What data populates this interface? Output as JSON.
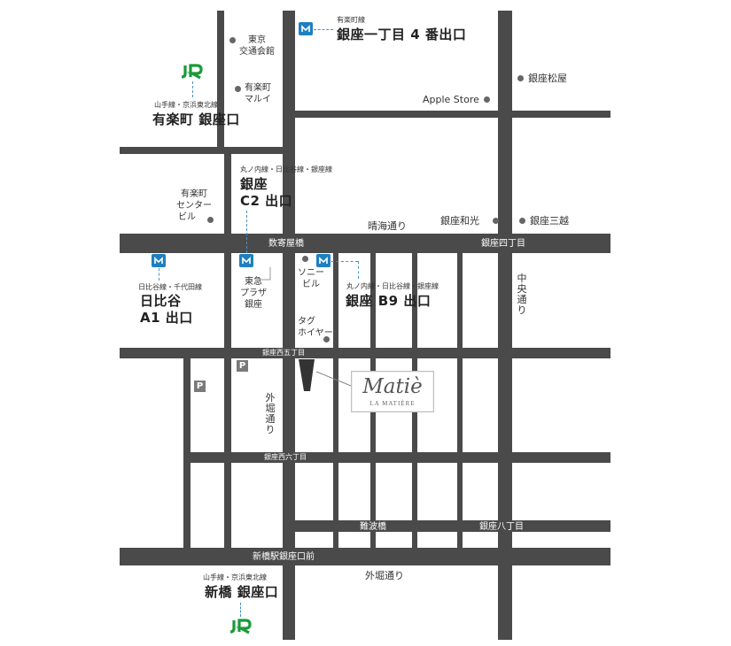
{
  "roads": {
    "harumi_dori": "晴海通り",
    "sukiyabashi": "数寄屋橋",
    "ginza_4": "銀座四丁目",
    "ginza_nishi_5": "銀座西五丁目",
    "ginza_nishi_6": "銀座西六丁目",
    "namibashi": "難波橋",
    "ginza_8": "銀座八丁目",
    "shimbashi_ginzaguchi_mae": "新橋駅銀座口前",
    "sotobori_dori_bottom": "外堀通り",
    "sotobori_dori_vertical": "外堀通り",
    "chuo_dori_vertical": "中央通り"
  },
  "landmarks": {
    "tokyo_kotsu_kaikan": [
      "東京",
      "交通会館"
    ],
    "yurakucho_marui": [
      "有楽町",
      "マルイ"
    ],
    "apple_store": "Apple Store",
    "ginza_matsuya": "銀座松屋",
    "yurakucho_center_bldg": [
      "有楽町",
      "センター",
      "ビル"
    ],
    "ginza_wako": "銀座和光",
    "ginza_mitsukoshi": "銀座三越",
    "tokyu_plaza": [
      "東急",
      "プラザ",
      "銀座"
    ],
    "sony_bldg": [
      "ソニー",
      "ビル"
    ],
    "tag_heuer": [
      "タグ",
      "ホイヤー"
    ]
  },
  "stations": {
    "ginza_itchome": {
      "line": "有楽町線",
      "name": "銀座一丁目 4 番出口"
    },
    "yurakucho_jr": {
      "line": "山手線・京浜東北線",
      "name": "有楽町 銀座口"
    },
    "ginza_c2": {
      "line": "丸ノ内線・日比谷線・銀座線",
      "name_1": "銀座",
      "name_2": "C2 出口"
    },
    "hibiya_a1": {
      "line": "日比谷線・千代田線",
      "name_1": "日比谷",
      "name_2": "A1 出口"
    },
    "ginza_b9": {
      "line": "丸ノ内線・日比谷線・銀座線",
      "name": "銀座 B9 出口"
    },
    "shimbashi_jr": {
      "line": "山手線・京浜東北線",
      "name": "新橋 銀座口"
    }
  },
  "icons": {
    "jr_logo": "JR",
    "parking": "P"
  },
  "shop": {
    "logo": "Matiè",
    "subtitle": "LA MATIÈRE"
  },
  "colors": {
    "road": "#4a4a4a",
    "jr_green": "#1a9a3a",
    "metro_blue": "#1f7fbf",
    "parking_gray": "#7a7a7a"
  }
}
